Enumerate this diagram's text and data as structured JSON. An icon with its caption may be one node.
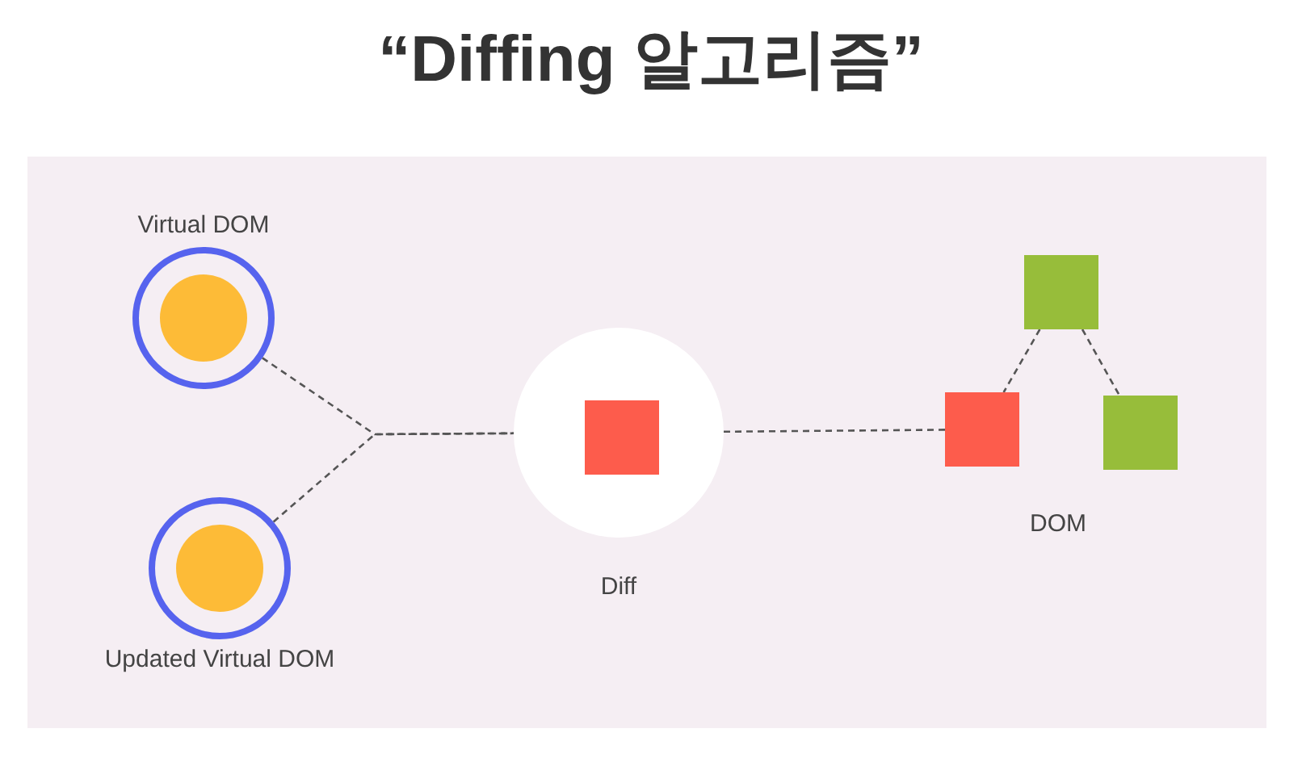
{
  "diagram": {
    "title": "“Diffing 알고리즘”",
    "nodes": [
      {
        "text": [
          "Virtual DOM"
        ]
      },
      {
        "text": [
          "Updated Virtual DOM"
        ]
      },
      {
        "text": [
          "Diff"
        ]
      },
      {
        "text": [],
        "shape": "box",
        "in": 2
      },
      {
        "text": [],
        "shape": "box"
      },
      {
        "text": [],
        "shape": "box"
      },
      {
        "text": [],
        "shape": "box"
      }
    ],
    "edges": [
      {
        "from": 0,
        "to": 2,
        "arrow": "none",
        "style": "dashed"
      },
      {
        "from": 1,
        "to": 2,
        "arrow": "none",
        "style": "dashed"
      },
      {
        "from": 2,
        "to": 5,
        "arrow": "none",
        "style": "dashed"
      },
      {
        "from": 4,
        "to": 5,
        "arrow": "none",
        "style": "dashed"
      },
      {
        "from": 4,
        "to": 6,
        "arrow": "none",
        "style": "dashed"
      }
    ],
    "labels": [
      "DOM"
    ]
  }
}
